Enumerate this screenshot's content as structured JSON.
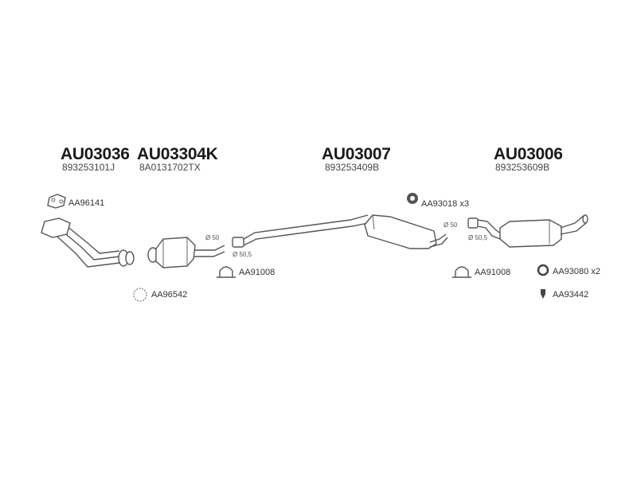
{
  "parts": [
    {
      "code": "AU03036",
      "oem": "893253101J"
    },
    {
      "code": "AU03304K",
      "oem": "8A0131702TX"
    },
    {
      "code": "AU03007",
      "oem": "893253409B"
    },
    {
      "code": "AU03006",
      "oem": "893253609B"
    }
  ],
  "accessories": [
    {
      "ref": "AA96141"
    },
    {
      "ref": "AA96542"
    },
    {
      "ref": "AA91008"
    },
    {
      "ref": "AA93018 x3"
    },
    {
      "ref": "AA91008"
    },
    {
      "ref": "AA93080 x2"
    },
    {
      "ref": "AA93442"
    }
  ],
  "diameters": [
    {
      "text": "Ø 50"
    },
    {
      "text": "Ø 50,5"
    },
    {
      "text": "Ø 50"
    },
    {
      "text": "Ø 50,5"
    }
  ]
}
